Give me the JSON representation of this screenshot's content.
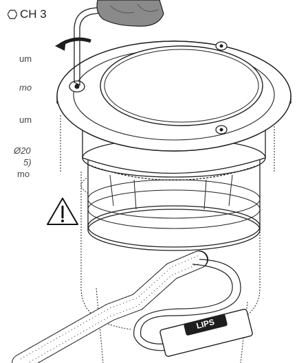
{
  "tool_label": {
    "text": "CH 3",
    "icon": "hexagon-outline-icon"
  },
  "side_fragments": [
    {
      "text": "um",
      "italic": false
    },
    {
      "text": "mo",
      "italic": true
    },
    {
      "text": "um",
      "italic": false
    },
    {
      "text": "Ø20",
      "italic": true
    },
    {
      "text": "5)",
      "italic": true
    },
    {
      "text": "mo",
      "italic": false
    }
  ],
  "connector_logo_text": "LIPS",
  "colors": {
    "line": "#1e1e1e",
    "glove": "#8a8a8a",
    "text": "#444444"
  },
  "icons": [
    "hexagon-outline-icon",
    "warning-triangle-icon",
    "screw-icon",
    "allen-key-icon",
    "rotate-arrow-icon"
  ]
}
